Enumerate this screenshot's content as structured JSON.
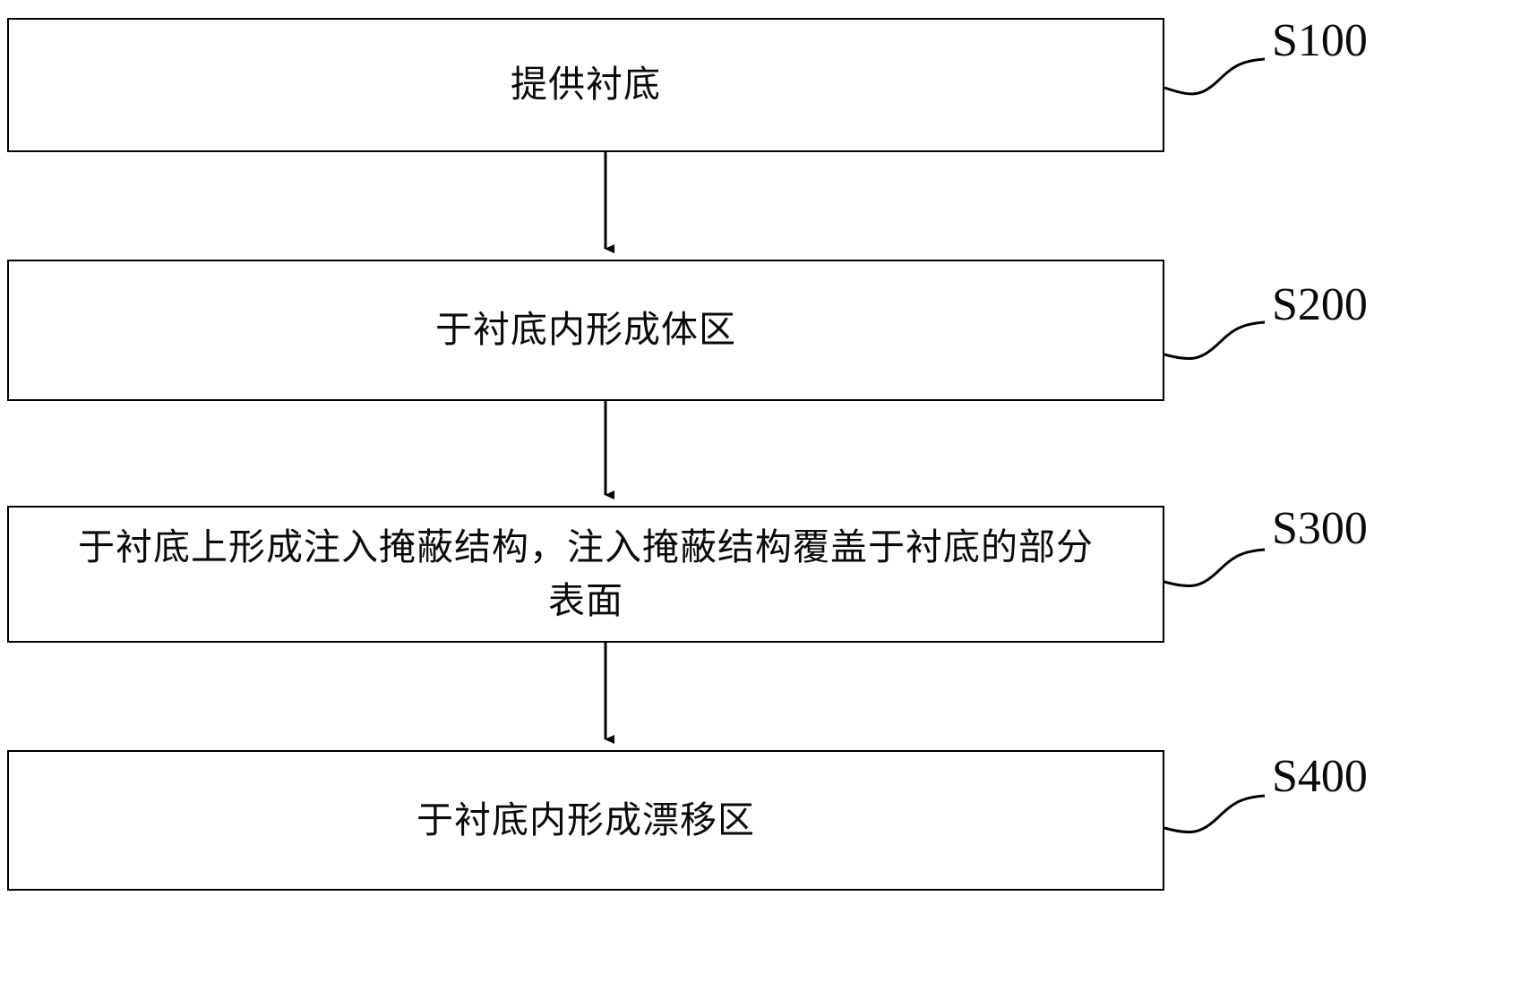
{
  "diagram": {
    "type": "flowchart",
    "orientation": "vertical",
    "background_color": "#ffffff",
    "line_color": "#000000",
    "steps": [
      {
        "id": "S100",
        "label": "S100",
        "text": "提供衬底"
      },
      {
        "id": "S200",
        "label": "S200",
        "text": "于衬底内形成体区"
      },
      {
        "id": "S300",
        "label": "S300",
        "text": "于衬底上形成注入掩蔽结构，注入掩蔽结构覆盖于衬底的部分\n表面"
      },
      {
        "id": "S400",
        "label": "S400",
        "text": "于衬底内形成漂移区"
      }
    ],
    "connectors": [
      {
        "from": "S100",
        "to": "S200",
        "arrow": "down"
      },
      {
        "from": "S200",
        "to": "S300",
        "arrow": "down"
      },
      {
        "from": "S300",
        "to": "S400",
        "arrow": "down"
      }
    ],
    "leader_lines": [
      {
        "for": "S100",
        "style": "s-curve"
      },
      {
        "for": "S200",
        "style": "s-curve"
      },
      {
        "for": "S300",
        "style": "s-curve"
      },
      {
        "for": "S400",
        "style": "s-curve"
      }
    ]
  }
}
